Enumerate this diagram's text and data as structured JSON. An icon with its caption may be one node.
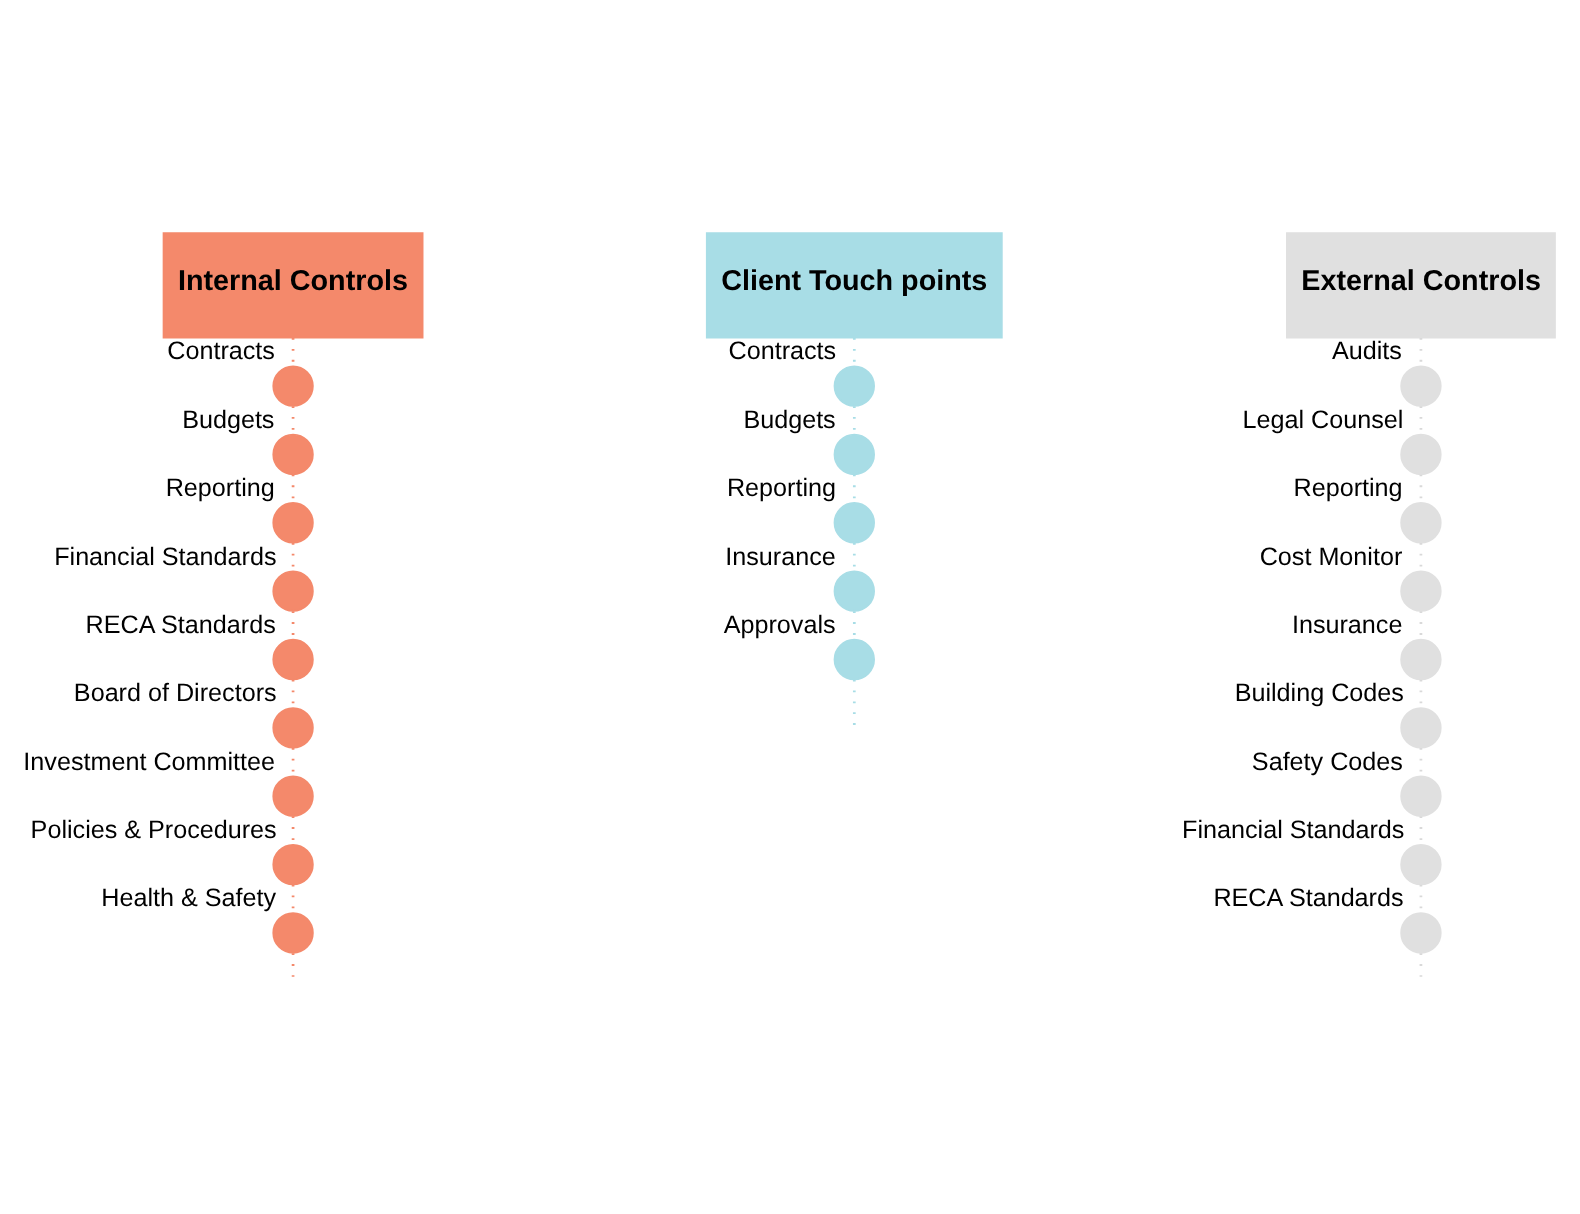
{
  "diagram": {
    "nodes": [
      {
        "text": [
          "Internal Controls"
        ]
      },
      {
        "text": [],
        "shape": "circle",
        "beside": [
          "Contracts"
        ]
      },
      {
        "text": [],
        "shape": "circle",
        "beside": [
          "Budgets"
        ]
      },
      {
        "text": [],
        "shape": "circle",
        "beside": [
          "Reporting"
        ]
      },
      {
        "text": [],
        "shape": "circle",
        "beside": [
          "Financial Standards"
        ]
      },
      {
        "text": [],
        "shape": "circle",
        "beside": [
          "RECA Standards"
        ]
      },
      {
        "text": [],
        "shape": "circle",
        "beside": [
          "Board of Directors"
        ]
      },
      {
        "text": [],
        "shape": "circle",
        "beside": [
          "Investment Committee"
        ]
      },
      {
        "text": [],
        "shape": "circle",
        "beside": [
          "Policies & Procedures"
        ]
      },
      {
        "text": [],
        "shape": "circle",
        "beside": [
          "Health & Safety"
        ]
      },
      {
        "text": [
          "Client Touch points"
        ]
      },
      {
        "text": [],
        "shape": "circle",
        "beside": [
          "Contracts"
        ]
      },
      {
        "text": [],
        "shape": "circle",
        "beside": [
          "Budgets"
        ]
      },
      {
        "text": [],
        "shape": "circle",
        "beside": [
          "Reporting"
        ]
      },
      {
        "text": [],
        "shape": "circle",
        "beside": [
          "Insurance"
        ]
      },
      {
        "text": [],
        "shape": "circle",
        "beside": [
          "Approvals"
        ]
      },
      {
        "text": [
          "External Controls"
        ]
      },
      {
        "text": [],
        "shape": "circle",
        "beside": [
          "Audits"
        ]
      },
      {
        "text": [],
        "shape": "circle",
        "beside": [
          "Legal Counsel"
        ]
      },
      {
        "text": [],
        "shape": "circle",
        "beside": [
          "Reporting"
        ]
      },
      {
        "text": [],
        "shape": "circle",
        "beside": [
          "Cost Monitor"
        ]
      },
      {
        "text": [],
        "shape": "circle",
        "beside": [
          "Insurance"
        ]
      },
      {
        "text": [],
        "shape": "circle",
        "beside": [
          "Building Codes"
        ]
      },
      {
        "text": [],
        "shape": "circle",
        "beside": [
          "Safety Codes"
        ]
      },
      {
        "text": [],
        "shape": "circle",
        "beside": [
          "Financial Standards"
        ]
      },
      {
        "text": [],
        "shape": "circle",
        "beside": [
          "RECA Standards"
        ]
      }
    ],
    "edges": [
      {
        "from": 0,
        "to": 1,
        "arrow": "none",
        "style": "dashed",
        "color": "#f4896b"
      },
      {
        "from": 1,
        "to": 2,
        "arrow": "none",
        "style": "dashed",
        "color": "#f4896b"
      },
      {
        "from": 2,
        "to": 3,
        "arrow": "none",
        "style": "dashed",
        "color": "#f4896b"
      },
      {
        "from": 3,
        "to": 4,
        "arrow": "none",
        "style": "dashed",
        "color": "#f4896b"
      },
      {
        "from": 4,
        "to": 5,
        "arrow": "none",
        "style": "dashed",
        "color": "#f4896b"
      },
      {
        "from": 5,
        "to": 6,
        "arrow": "none",
        "style": "dashed",
        "color": "#f4896b"
      },
      {
        "from": 6,
        "to": 7,
        "arrow": "none",
        "style": "dashed",
        "color": "#f4896b"
      },
      {
        "from": 7,
        "to": 8,
        "arrow": "none",
        "style": "dashed",
        "color": "#f4896b"
      },
      {
        "from": 8,
        "to": 9,
        "arrow": "none",
        "style": "dashed",
        "color": "#f4896b"
      },
      {
        "from": 9,
        "to": null,
        "arrow": "none",
        "style": "dashed",
        "color": "#f4896b"
      },
      {
        "from": 10,
        "to": 11,
        "arrow": "none",
        "style": "dashed",
        "color": "#a8dde6"
      },
      {
        "from": 11,
        "to": 12,
        "arrow": "none",
        "style": "dashed",
        "color": "#a8dde6"
      },
      {
        "from": 12,
        "to": 13,
        "arrow": "none",
        "style": "dashed",
        "color": "#a8dde6"
      },
      {
        "from": 13,
        "to": 14,
        "arrow": "none",
        "style": "dashed",
        "color": "#a8dde6"
      },
      {
        "from": 14,
        "to": 15,
        "arrow": "none",
        "style": "dashed",
        "color": "#a8dde6"
      },
      {
        "from": 15,
        "to": null,
        "arrow": "none",
        "style": "dashed",
        "color": "#a8dde6"
      },
      {
        "from": 16,
        "to": 17,
        "arrow": "none",
        "style": "dashed",
        "color": "#d9d9d9"
      },
      {
        "from": 17,
        "to": 18,
        "arrow": "none",
        "style": "dashed",
        "color": "#d9d9d9"
      },
      {
        "from": 18,
        "to": 19,
        "arrow": "none",
        "style": "dashed",
        "color": "#d9d9d9"
      },
      {
        "from": 19,
        "to": 20,
        "arrow": "none",
        "style": "dashed",
        "color": "#d9d9d9"
      },
      {
        "from": 20,
        "to": 21,
        "arrow": "none",
        "style": "dashed",
        "color": "#d9d9d9"
      },
      {
        "from": 21,
        "to": 22,
        "arrow": "none",
        "style": "dashed",
        "color": "#d9d9d9"
      },
      {
        "from": 22,
        "to": 23,
        "arrow": "none",
        "style": "dashed",
        "color": "#d9d9d9"
      },
      {
        "from": 23,
        "to": 24,
        "arrow": "none",
        "style": "dashed",
        "color": "#d9d9d9"
      },
      {
        "from": 24,
        "to": 25,
        "arrow": "none",
        "style": "dashed",
        "color": "#d9d9d9"
      },
      {
        "from": 25,
        "to": null,
        "arrow": "none",
        "style": "dashed",
        "color": "#d9d9d9"
      }
    ]
  }
}
